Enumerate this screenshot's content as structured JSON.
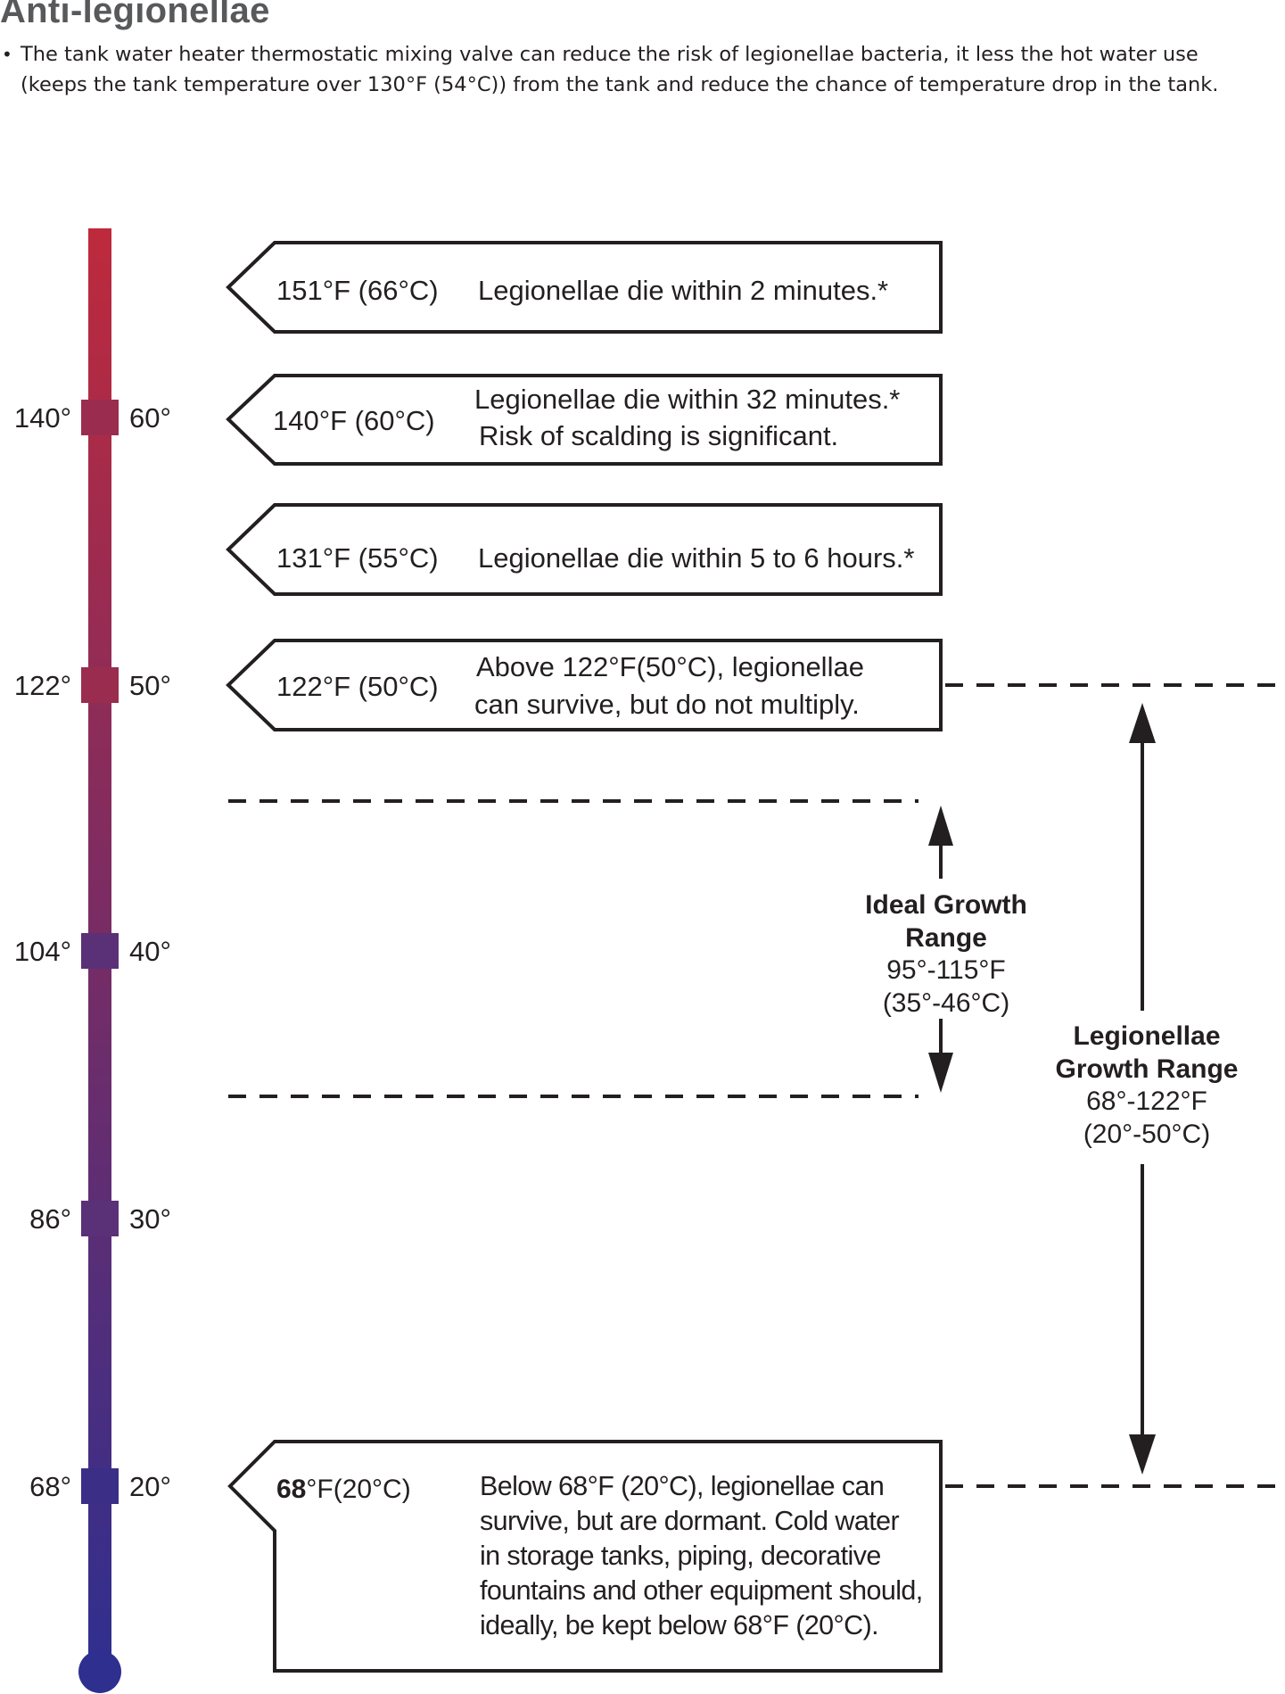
{
  "header": {
    "title": "Anti-legionellae",
    "bullet": "•",
    "description": "The tank water heater thermostatic mixing valve can reduce the risk of legionellae bacteria, it less the hot water use (keeps the tank temperature over 130°F (54°C)) from the tank and reduce the chance of temperature drop in the tank."
  },
  "thermometer": {
    "colors": {
      "top": "#be2a3c",
      "bottom": "#2f2f8f"
    },
    "ticks": [
      {
        "f": "140°",
        "c": "60°"
      },
      {
        "f": "122°",
        "c": "50°"
      },
      {
        "f": "104°",
        "c": "40°"
      },
      {
        "f": "86°",
        "c": "30°"
      },
      {
        "f": "68°",
        "c": "20°"
      }
    ]
  },
  "callouts": [
    {
      "temp": "151°F (66°C)",
      "lines": [
        "Legionellae die within 2 minutes.*"
      ]
    },
    {
      "temp": "140°F (60°C)",
      "lines": [
        "Legionellae die within 32 minutes.*",
        "Risk of scalding is significant."
      ]
    },
    {
      "temp": "131°F (55°C)",
      "lines": [
        "Legionellae die within 5 to 6 hours.*"
      ]
    },
    {
      "temp": "122°F (50°C)",
      "lines": [
        "Above 122°F(50°C), legionellae",
        "can survive, but do not multiply."
      ]
    }
  ],
  "bottom_callout": {
    "temp_bold": "68",
    "temp_rest": "°F(20°C)",
    "lines": [
      "Below 68°F (20°C), legionellae can",
      "survive, but are dormant. Cold water",
      "in storage tanks, piping, decorative",
      "fountains and other equipment should,",
      "ideally, be kept below 68°F (20°C)."
    ]
  },
  "ideal_range": {
    "title_line1": "Ideal Growth",
    "title_line2": "Range",
    "f": "95°-115°F",
    "c": "(35°-46°C)"
  },
  "growth_range": {
    "title_line1": "Legionellae",
    "title_line2": "Growth Range",
    "f": "68°-122°F",
    "c": "(20°-50°C)"
  }
}
